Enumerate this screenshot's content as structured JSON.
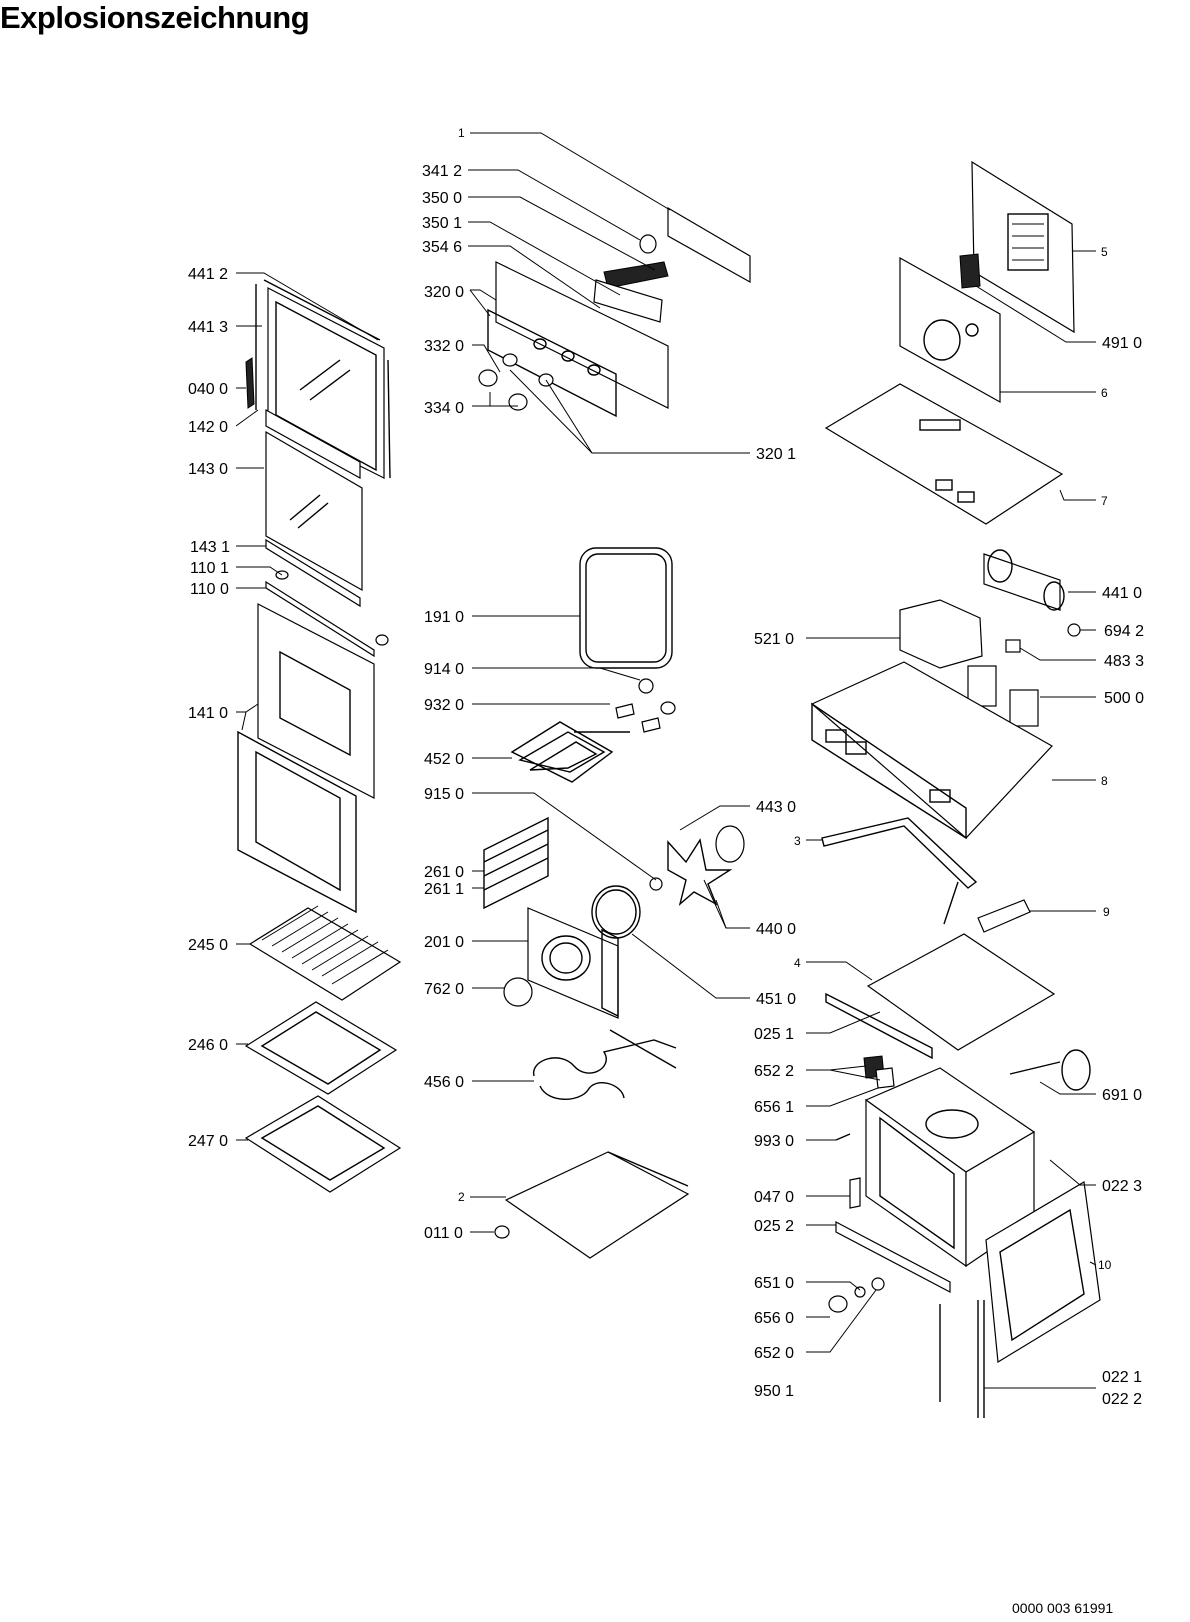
{
  "title": "Explosionszeichnung",
  "document_number": "0000 003 61991",
  "labels": {
    "l1": "1",
    "l341_2": "341 2",
    "l350_0": "350 0",
    "l350_1": "350 1",
    "l354_6": "354 6",
    "l320_0": "320 0",
    "l332_0": "332 0",
    "l334_0": "334 0",
    "l320_1": "320 1",
    "l441_2": "441 2",
    "l441_3": "441 3",
    "l040_0": "040 0",
    "l142_0": "142 0",
    "l143_0": "143 0",
    "l143_1": "143 1",
    "l110_1": "110 1",
    "l110_0": "110 0",
    "l141_0": "141 0",
    "l245_0": "245 0",
    "l246_0": "246 0",
    "l247_0": "247 0",
    "l191_0": "191 0",
    "l914_0": "914 0",
    "l932_0": "932 0",
    "l452_0": "452 0",
    "l915_0": "915 0",
    "l261_0": "261 0",
    "l261_1": "261 1",
    "l201_0": "201 0",
    "l762_0": "762 0",
    "l456_0": "456 0",
    "l2": "2",
    "l011_0": "011 0",
    "l443_0": "443 0",
    "l440_0": "440 0",
    "l451_0": "451 0",
    "l5": "5",
    "l491_0": "491 0",
    "l6": "6",
    "l7": "7",
    "l441_0": "441 0",
    "l694_2": "694 2",
    "l521_0": "521 0",
    "l483_3": "483 3",
    "l500_0": "500 0",
    "l8": "8",
    "l3": "3",
    "l9": "9",
    "l4": "4",
    "l025_1": "025 1",
    "l652_2": "652 2",
    "l656_1": "656 1",
    "l691_0": "691 0",
    "l993_0": "993 0",
    "l047_0": "047 0",
    "l022_3": "022 3",
    "l025_2": "025 2",
    "l10": "10",
    "l651_0": "651 0",
    "l656_0": "656 0",
    "l652_0": "652 0",
    "l950_1": "950 1",
    "l022_1": "022 1",
    "l022_2": "022 2"
  }
}
